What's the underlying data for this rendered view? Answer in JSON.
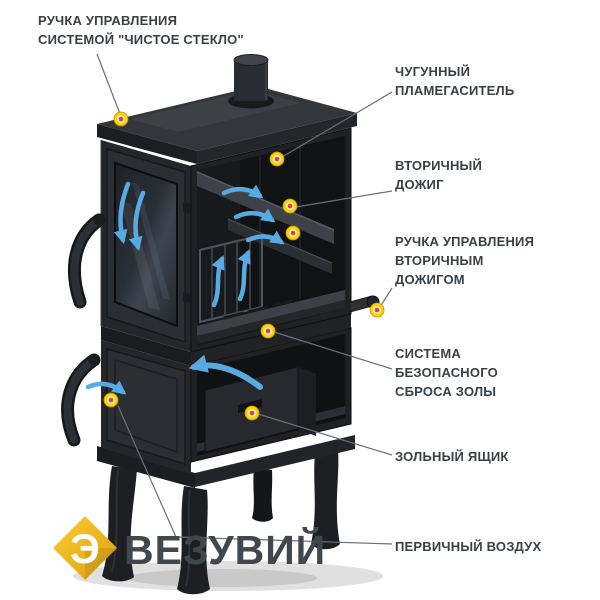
{
  "brand": {
    "name": "ВЕЗУВИЙ",
    "logo_glyph": "Э"
  },
  "labels": {
    "clean_glass": {
      "lines": [
        "РУЧКА УПРАВЛЕНИЯ",
        "СИСТЕМОЙ \"ЧИСТОЕ СТЕКЛО\""
      ]
    },
    "flame_arrester": {
      "lines": [
        "ЧУГУННЫЙ",
        "ПЛАМЕГАСИТЕЛЬ"
      ]
    },
    "secondary_burn": {
      "lines": [
        "ВТОРИЧНЫЙ",
        "ДОЖИГ"
      ]
    },
    "secondary_burn_handle": {
      "lines": [
        "РУЧКА УПРАВЛЕНИЯ",
        "ВТОРИЧНЫМ",
        "ДОЖИГОМ"
      ]
    },
    "ash_safety": {
      "lines": [
        "СИСТЕМА",
        "БЕЗОПАСНОГО",
        "СБРОСА ЗОЛЫ"
      ]
    },
    "ash_box": {
      "lines": [
        "ЗОЛЬНЫЙ ЯЩИК"
      ]
    },
    "primary_air": {
      "lines": [
        "ПЕРВИЧНЫЙ ВОЗДУХ"
      ]
    }
  },
  "colors": {
    "dot_outer": "#FFD200",
    "dot_inner": "#E8402F",
    "arrow_blue": "#58AAE2",
    "label_text": "#3B4046",
    "brand_text": "#42474D",
    "logo_yellow": "#F2B71B",
    "stove_body": "#24262A"
  }
}
